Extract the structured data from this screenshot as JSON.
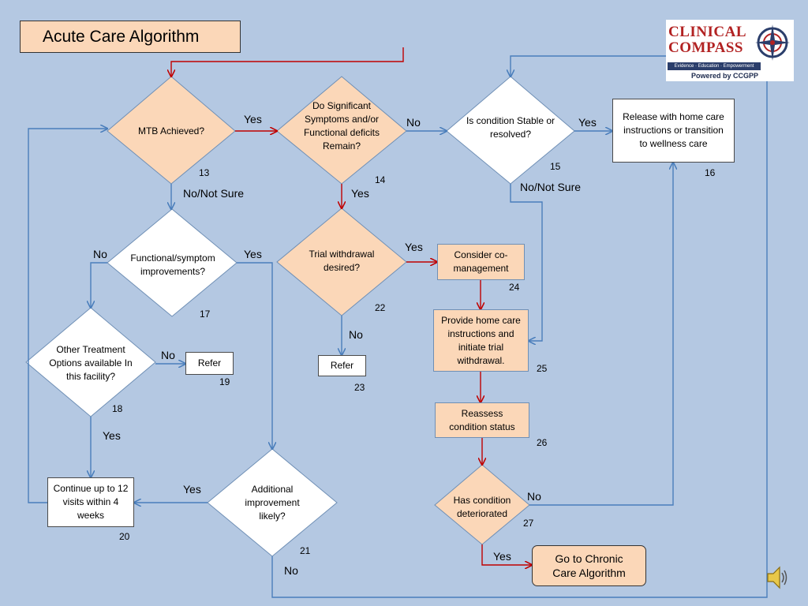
{
  "title": "Acute Care Algorithm",
  "logo": {
    "line1": "CLINICAL",
    "line2": "COMPASS",
    "tagline": "Evidence · Education · Empowerment",
    "powered": "Powered by CCGPP"
  },
  "nodes": {
    "n13": {
      "text": "MTB Achieved?",
      "num": "13"
    },
    "n14": {
      "text": "Do Significant Symptoms and/or Functional deficits Remain?",
      "num": "14"
    },
    "n15": {
      "text": "Is condition Stable or resolved?",
      "num": "15"
    },
    "n16": {
      "text": "Release with home care instructions or transition to wellness care",
      "num": "16"
    },
    "n17": {
      "text": "Functional/symptom improvements?",
      "num": "17"
    },
    "n18": {
      "text": "Other Treatment Options available In this facility?",
      "num": "18"
    },
    "n19": {
      "text": "Refer",
      "num": "19"
    },
    "n20": {
      "text": "Continue up to 12 visits within 4 weeks",
      "num": "20"
    },
    "n21": {
      "text": "Additional improvement likely?",
      "num": "21"
    },
    "n22": {
      "text": "Trial withdrawal desired?",
      "num": "22"
    },
    "n23": {
      "text": "Refer",
      "num": "23"
    },
    "n24": {
      "text": "Consider co-management",
      "num": "24"
    },
    "n25": {
      "text": "Provide home care instructions and initiate trial withdrawal.",
      "num": "25"
    },
    "n26": {
      "text": "Reassess condition status",
      "num": "26"
    },
    "n27": {
      "text": "Has condition deteriorated",
      "num": "27"
    },
    "chronic": {
      "text": "Go to Chronic Care Algorithm"
    }
  },
  "edge_labels": {
    "e13_14": "Yes",
    "e13_17": "No/Not Sure",
    "e14_15": "No",
    "e14_22": "Yes",
    "e15_16": "Yes",
    "e15_25": "No/Not Sure",
    "e17_18": "No",
    "e17_21": "Yes",
    "e18_19": "No",
    "e18_20": "Yes",
    "e21_20": "Yes",
    "e21_out": "No",
    "e22_24": "Yes",
    "e22_23": "No",
    "e27_16": "No",
    "e27_chronic": "Yes"
  },
  "colors": {
    "background": "#b4c8e2",
    "peach": "#fbd7b8",
    "blue_line": "#4a7ebb",
    "red_line": "#c00000"
  },
  "icons": [
    "compass-logo-icon",
    "speaker-icon"
  ]
}
